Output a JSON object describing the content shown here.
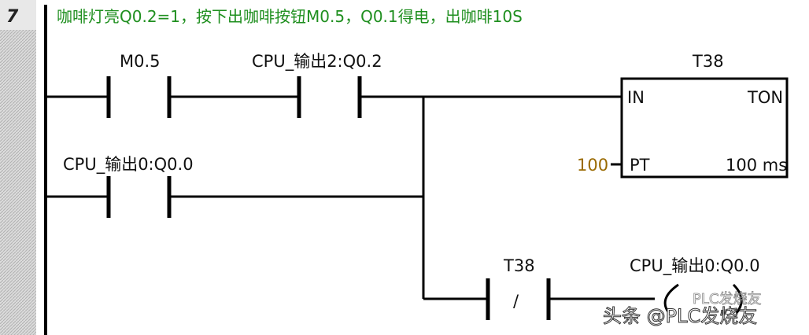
{
  "network": {
    "number": "7",
    "comment": "咖啡灯亮Q0.2=1，按下出咖啡按钮M0.5，Q0.1得电，出咖啡10S"
  },
  "contacts": [
    {
      "label": "M0.5",
      "type": "normally-open"
    },
    {
      "label": "CPU_输出2:Q0.2",
      "type": "normally-open"
    },
    {
      "label": "CPU_输出0:Q0.0",
      "type": "normally-open"
    },
    {
      "label": "T38",
      "type": "normally-closed",
      "symbol": "/"
    }
  ],
  "timer": {
    "name": "T38",
    "type": "TON",
    "in_label": "IN",
    "pt_label": "PT",
    "pt_value": "100",
    "resolution": "100 ms"
  },
  "coil": {
    "label": "CPU_输出0:Q0.0"
  },
  "watermark": {
    "main": "头条 @PLC发烧友",
    "faint": "PLC发烧友"
  },
  "colors": {
    "comment": "#1f8f1f",
    "pt_value": "#9a6a00"
  }
}
